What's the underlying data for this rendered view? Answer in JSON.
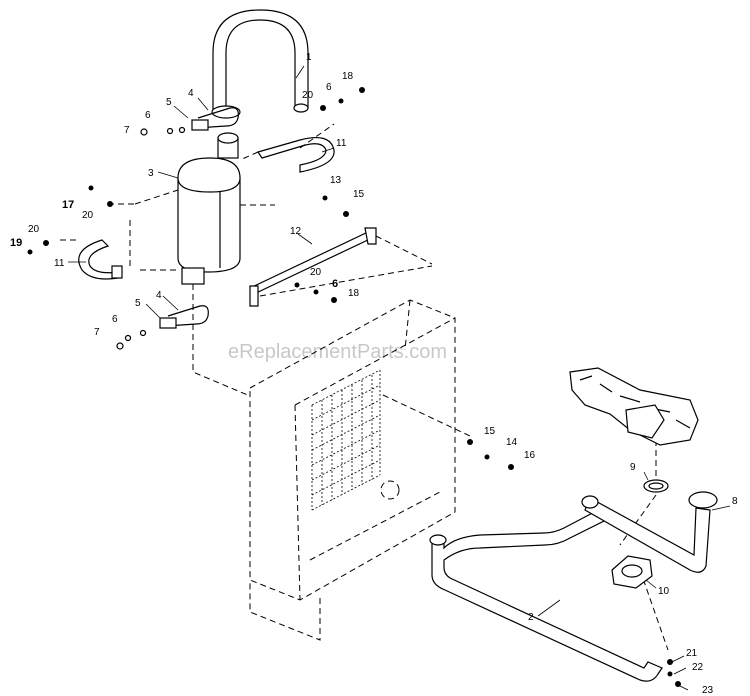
{
  "watermark": "eReplacementParts.com",
  "callouts": [
    {
      "id": "c1",
      "text": "1"
    },
    {
      "id": "c2",
      "text": "2"
    },
    {
      "id": "c3",
      "text": "3"
    },
    {
      "id": "c4a",
      "text": "4"
    },
    {
      "id": "c4b",
      "text": "4"
    },
    {
      "id": "c5a",
      "text": "5"
    },
    {
      "id": "c5b",
      "text": "5"
    },
    {
      "id": "c6a",
      "text": "6"
    },
    {
      "id": "c6b",
      "text": "6"
    },
    {
      "id": "c6c",
      "text": "6"
    },
    {
      "id": "c6d",
      "text": "6"
    },
    {
      "id": "c7a",
      "text": "7"
    },
    {
      "id": "c7b",
      "text": "7"
    },
    {
      "id": "c8",
      "text": "8"
    },
    {
      "id": "c9",
      "text": "9"
    },
    {
      "id": "c10",
      "text": "10"
    },
    {
      "id": "c11a",
      "text": "11"
    },
    {
      "id": "c11b",
      "text": "11"
    },
    {
      "id": "c12",
      "text": "12"
    },
    {
      "id": "c13",
      "text": "13"
    },
    {
      "id": "c14",
      "text": "14"
    },
    {
      "id": "c15a",
      "text": "15"
    },
    {
      "id": "c15b",
      "text": "15"
    },
    {
      "id": "c16",
      "text": "16"
    },
    {
      "id": "c17",
      "text": "17"
    },
    {
      "id": "c18a",
      "text": "18"
    },
    {
      "id": "c18b",
      "text": "18"
    },
    {
      "id": "c19",
      "text": "19"
    },
    {
      "id": "c20a",
      "text": "20"
    },
    {
      "id": "c20b",
      "text": "20"
    },
    {
      "id": "c20c",
      "text": "20"
    },
    {
      "id": "c20d",
      "text": "20"
    },
    {
      "id": "c21",
      "text": "21"
    },
    {
      "id": "c22",
      "text": "22"
    },
    {
      "id": "c23",
      "text": "23"
    }
  ]
}
